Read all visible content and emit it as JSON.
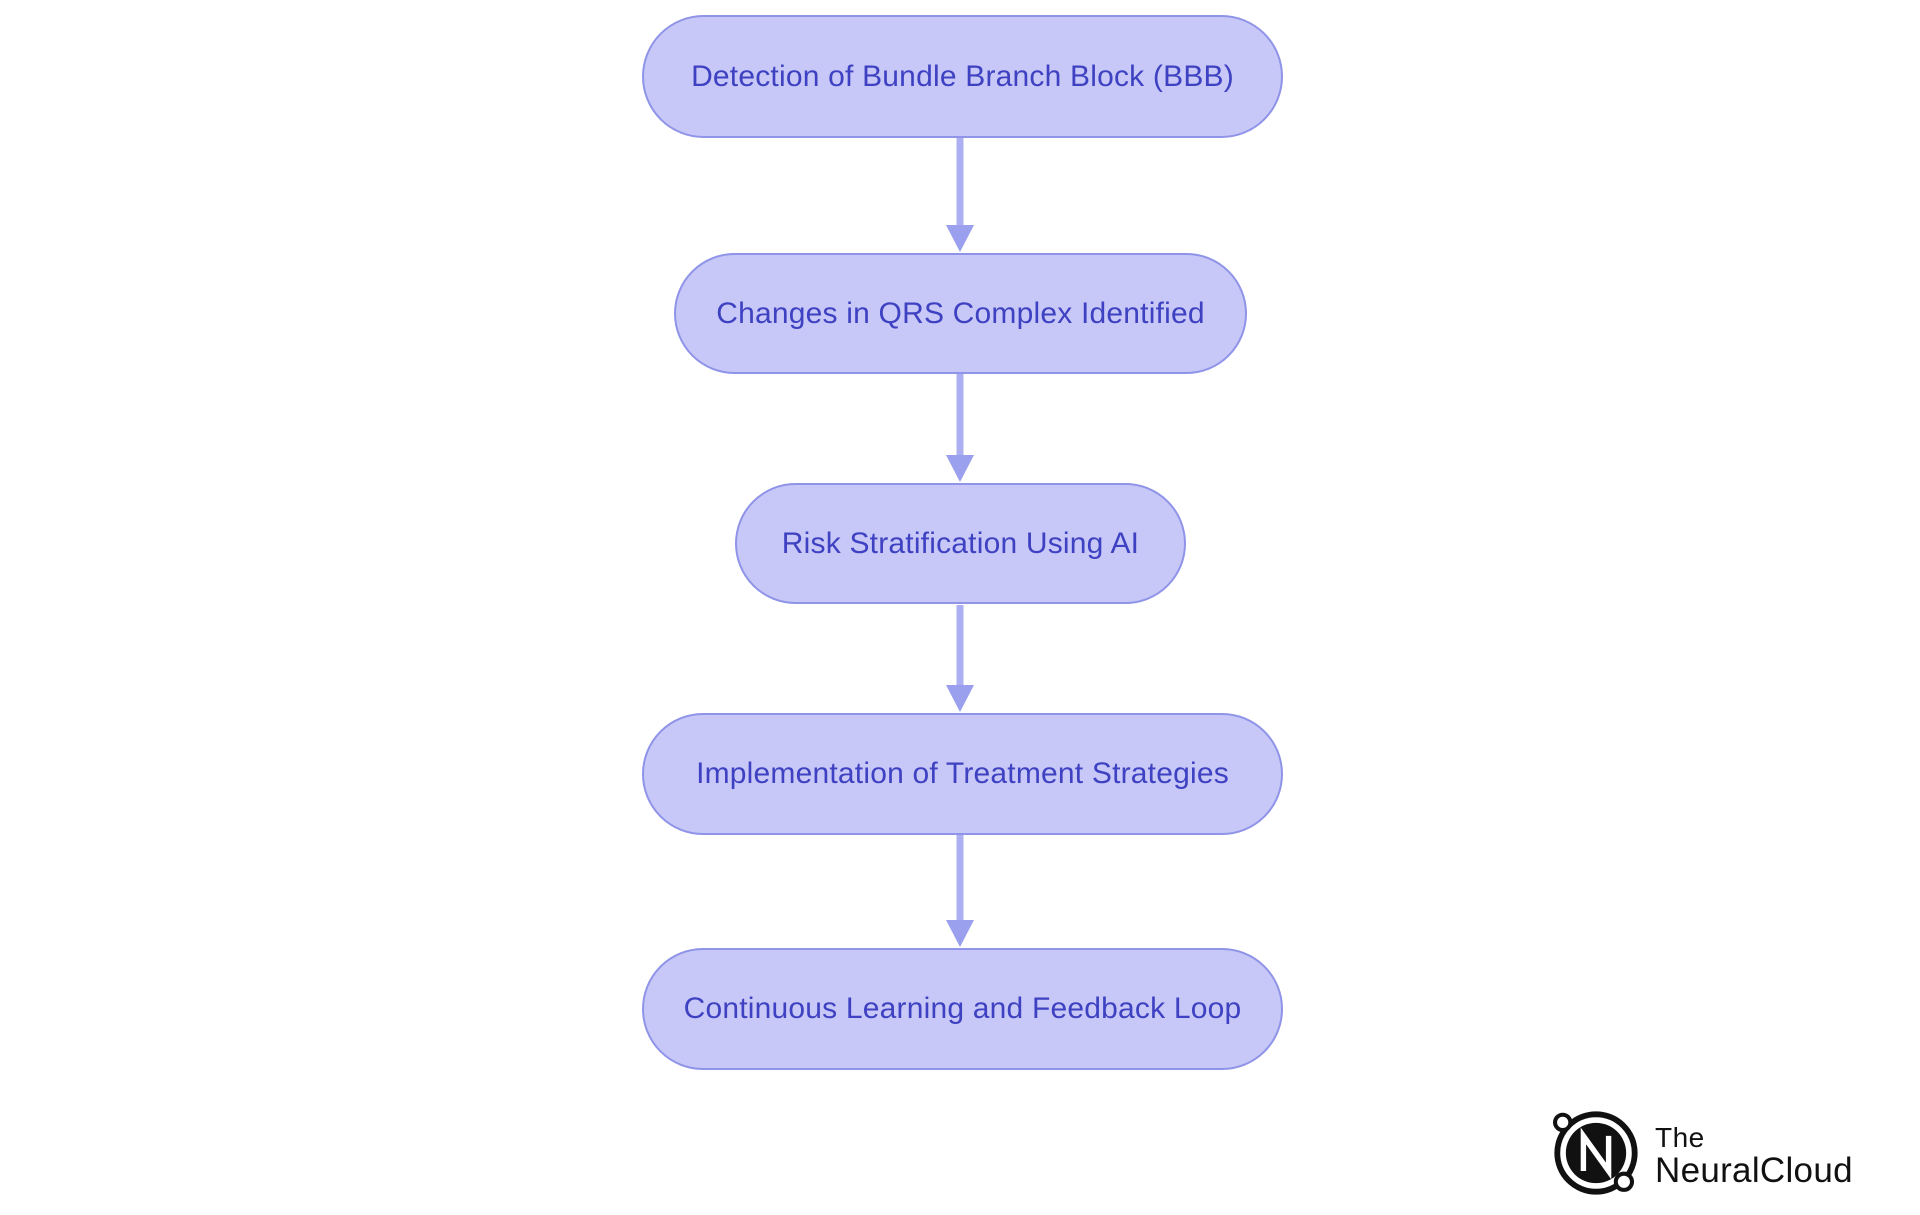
{
  "diagram": {
    "type": "flowchart",
    "direction": "top-down",
    "nodes": [
      {
        "id": "detection-bbb",
        "label": "Detection of Bundle Branch Block (BBB)"
      },
      {
        "id": "qrs-changes",
        "label": "Changes in QRS Complex Identified"
      },
      {
        "id": "risk-stratification",
        "label": "Risk Stratification Using AI"
      },
      {
        "id": "treatment-implementation",
        "label": "Implementation of Treatment Strategies"
      },
      {
        "id": "continuous-learning",
        "label": "Continuous Learning and Feedback Loop"
      }
    ],
    "edges": [
      {
        "from": "detection-bbb",
        "to": "qrs-changes"
      },
      {
        "from": "qrs-changes",
        "to": "risk-stratification"
      },
      {
        "from": "risk-stratification",
        "to": "treatment-implementation"
      },
      {
        "from": "treatment-implementation",
        "to": "continuous-learning"
      }
    ],
    "colors": {
      "node_fill": "#c7c8f7",
      "node_border": "#8f94e8",
      "node_text": "#3e41c1",
      "arrow": "#9aa0ed",
      "arrow_line": "#acb0f2",
      "background": "#ffffff"
    }
  },
  "branding": {
    "line1": "The",
    "line2": "NeuralCloud",
    "icon": "neuralcloud-n-logo",
    "text_color": "#111111"
  }
}
